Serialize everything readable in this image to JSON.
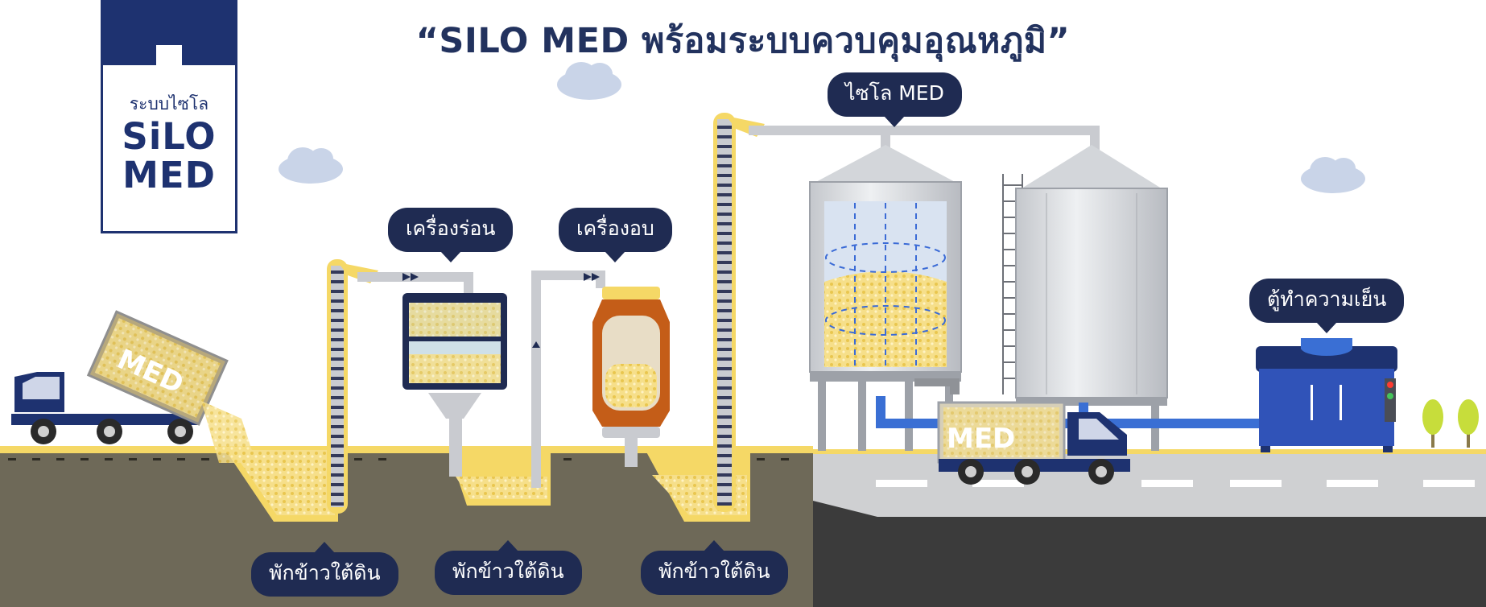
{
  "title": "“SILO MED พร้อมระบบควบคุมอุณหภูมิ”",
  "logo": {
    "small": "ระบบไซโล",
    "line1": "SiLO",
    "line2": "MED"
  },
  "labels": {
    "silo": "ไซโล MED",
    "cleaner": "เครื่องร่อน",
    "dryer": "เครื่องอบ",
    "cooler": "ตู้ทำความเย็น",
    "pit1": "พักข้าวใต้ดิน",
    "pit2": "พักข้าวใต้ดิน",
    "pit3": "พักข้าวใต้ดิน"
  },
  "truck_text": "MED",
  "colors": {
    "navy": "#1f2b52",
    "logo_blue": "#1e3270",
    "ground": "#6e6958",
    "grain": "#f5d866",
    "road": "#3b3b3b",
    "dryer_orange": "#c45d18"
  }
}
